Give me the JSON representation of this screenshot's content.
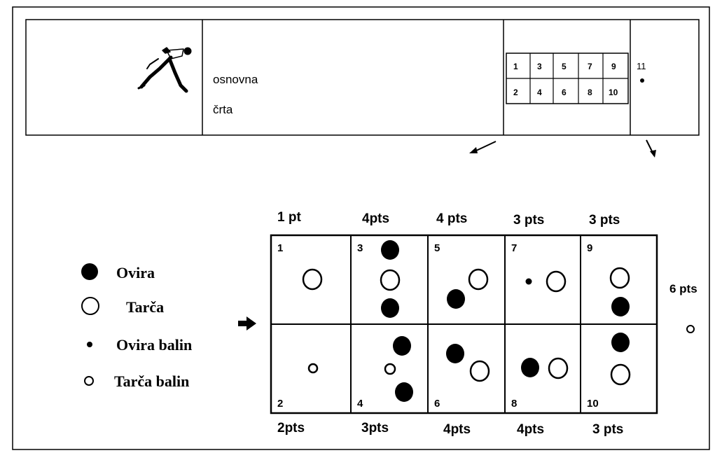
{
  "lane": {
    "baseline_label_1": "osnovna",
    "baseline_label_2": "črta",
    "target_numbers_top": [
      "1",
      "3",
      "5",
      "7",
      "9"
    ],
    "target_numbers_bottom": [
      "2",
      "4",
      "6",
      "8",
      "10"
    ],
    "extra_target": "11"
  },
  "legend": {
    "obstacle": "Ovira",
    "target": "Tarča",
    "obstacle_ball": "Ovira balin",
    "target_ball": "Tarča balin"
  },
  "grid": {
    "points_top": [
      "1 pt",
      "4pts",
      "4 pts",
      "3 pts",
      "3 pts"
    ],
    "points_bottom": [
      "2pts",
      "3pts",
      "4pts",
      "4pts",
      "3 pts"
    ],
    "points_side": "6 pts",
    "cells_top": [
      "1",
      "3",
      "5",
      "7",
      "9"
    ],
    "cells_bottom": [
      "2",
      "4",
      "6",
      "8",
      "10"
    ]
  }
}
